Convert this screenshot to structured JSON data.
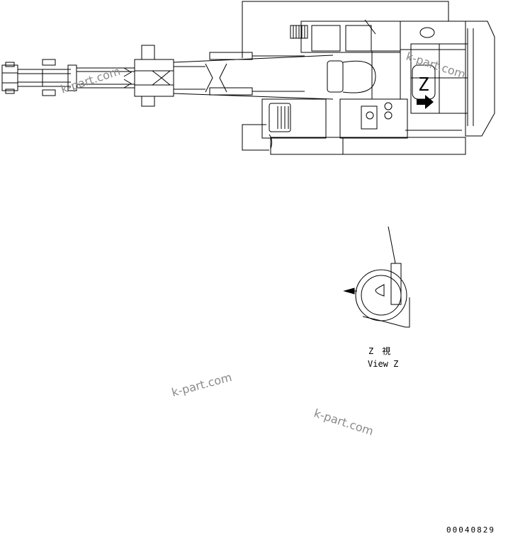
{
  "view": {
    "marker_letter": "Z",
    "label_jp": "Z　視",
    "label_en": "View Z"
  },
  "watermarks": [
    "k-part.com",
    "k-part.com",
    "k-part.com",
    "k-part.com"
  ],
  "drawing_number": "00040829"
}
